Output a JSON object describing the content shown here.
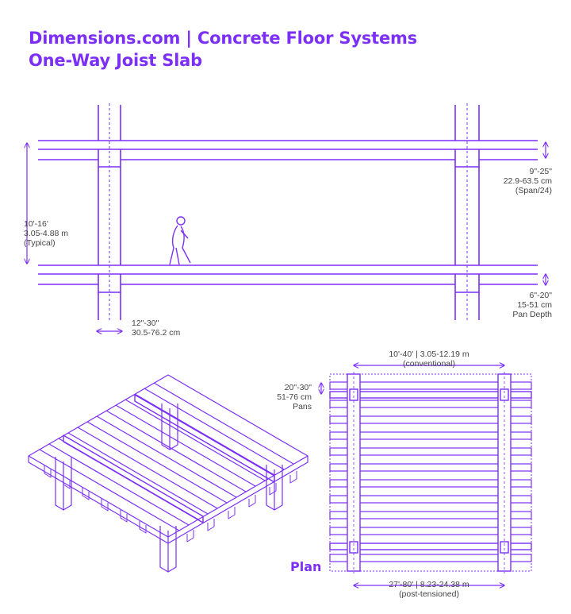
{
  "header": {
    "title_line1": "Dimensions.com | Concrete Floor Systems",
    "title_line2": "One-Way Joist Slab"
  },
  "section": {
    "height": [
      "10'-16'",
      "3.05-4.88 m",
      "(Typical)"
    ],
    "slab_depth": [
      "9\"-25\"",
      "22.9-63.5 cm",
      "(Span/24)"
    ],
    "pan_depth": [
      "6\"-20\"",
      "15-51 cm",
      "Pan Depth"
    ],
    "column_width": [
      "12\"-30\"",
      "30.5-76.2 cm"
    ]
  },
  "plan": {
    "label": "Plan",
    "span_conventional": [
      "10'-40' | 3.05-12.19 m",
      "(conventional)"
    ],
    "span_post_tensioned": [
      "27'-80' | 8.23-24.38 m",
      "(post-tensioned)"
    ],
    "pans": [
      "20\"-30\"",
      "51-76 cm",
      "Pans"
    ]
  },
  "colors": {
    "accent": "#7b2ff7",
    "text": "#444444"
  }
}
